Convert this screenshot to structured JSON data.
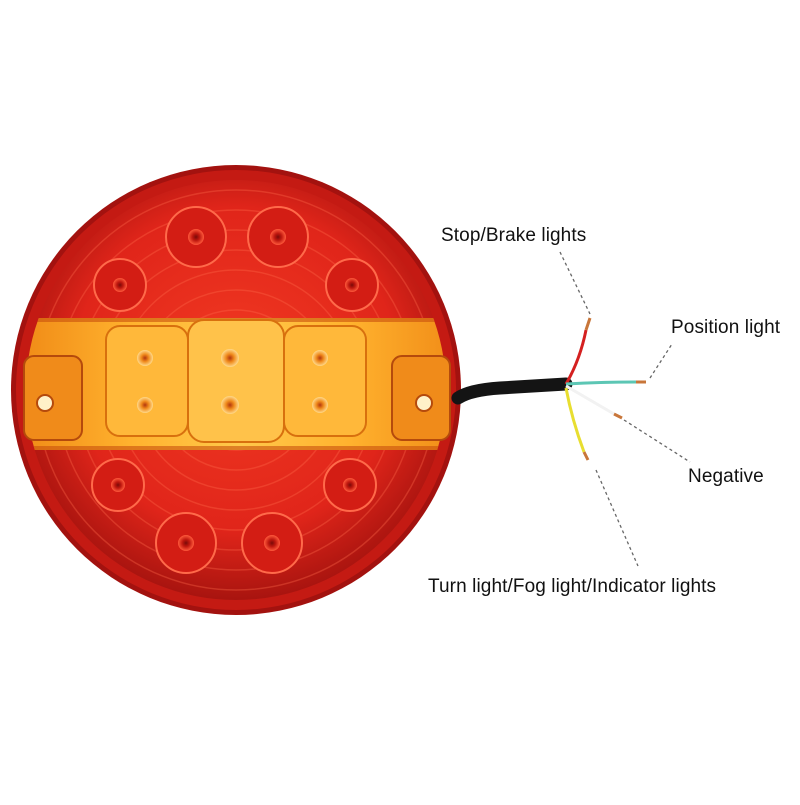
{
  "image": {
    "subject": "round LED combination tail light with four-wire lead",
    "colors": {
      "lens_red": "#e0251a",
      "lens_dark_red": "#8e0f0d",
      "amber_band": "#f39a1c",
      "amber_light": "#ffd36a",
      "cable": "#141414",
      "wire_red": "#d42020",
      "wire_green": "#5cc6b4",
      "wire_white": "#f2f2f2",
      "wire_yellow": "#e8de30",
      "copper": "#c8763a",
      "leader_line": "#666666"
    }
  },
  "callouts": {
    "stop": "Stop/Brake lights",
    "position": "Position light",
    "negative": "Negative",
    "turn": "Turn light/Fog light/Indicator lights"
  }
}
